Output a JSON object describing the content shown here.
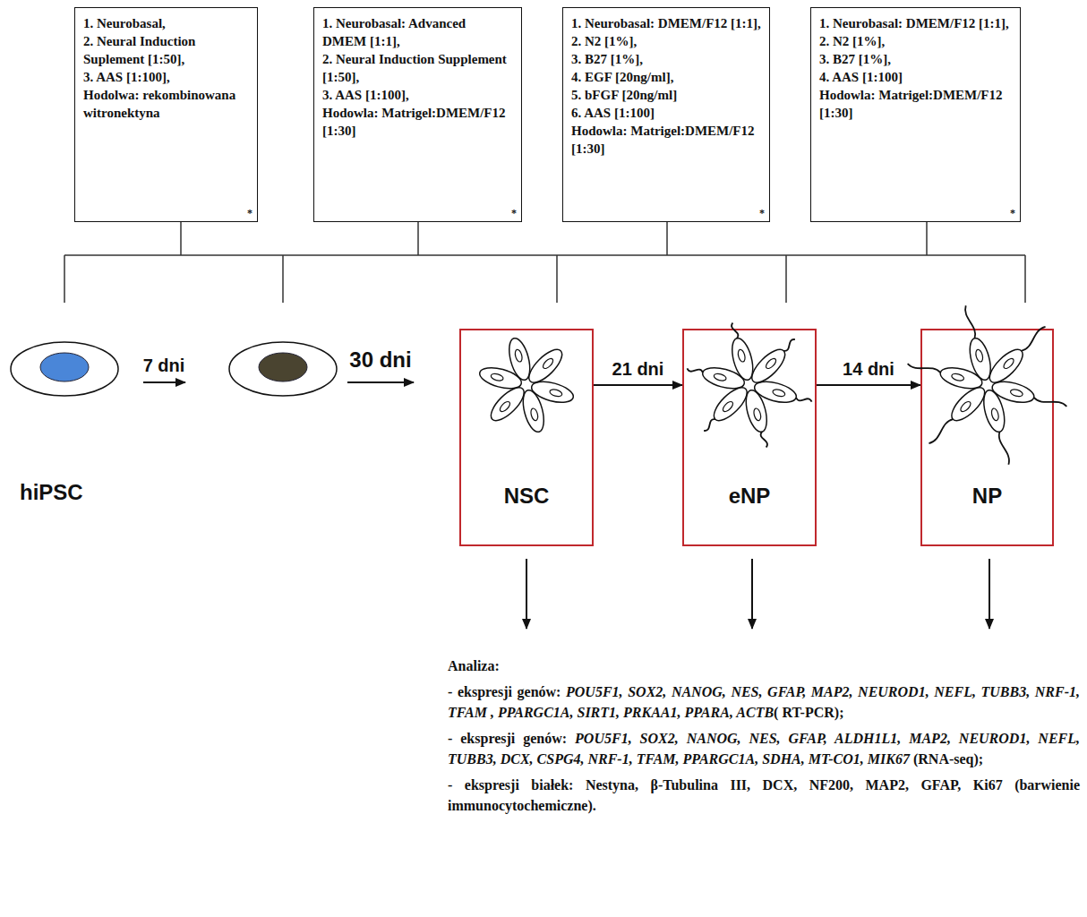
{
  "diagram": {
    "nodes": [
      {
        "text": [
          "1. Neurobasal,",
          "2. Neural Induction Suplement [1:50],",
          "3. AAS [1:100],",
          "Hodolwa: rekombinowana witronektyna",
          "*"
        ]
      },
      {
        "text": [
          "1. Neurobasal: Advanced DMEM [1:1],",
          "2. Neural Induction Supplement [1:50],",
          "3. AAS [1:100],",
          "Hodowla: Matrigel:DMEM/F12 [1:30]",
          "*"
        ]
      },
      {
        "text": [
          "1. Neurobasal: DMEM/F12 [1:1],",
          "2. N2 [1%],",
          "3. B27 [1%],",
          "4. EGF [20ng/ml],",
          "5. bFGF [20ng/ml]",
          "6. AAS [1:100]",
          "Hodowla: Matrigel:DMEM/F12 [1:30]",
          "*"
        ]
      },
      {
        "text": [
          "1. Neurobasal: DMEM/F12 [1:1],",
          "2. N2 [1%],",
          "3. B27 [1%],",
          "4. AAS [1:100]",
          "Hodowla: Matrigel:DMEM/F12 [1:30]",
          "*"
        ]
      },
      {
        "text": [
          "NSC"
        ]
      },
      {
        "text": [
          "eNP"
        ]
      },
      {
        "text": [
          "NP"
        ]
      }
    ],
    "edges": [
      {
        "from": 4,
        "to": 5,
        "arrow": "to",
        "label": "21 dni"
      },
      {
        "from": 5,
        "to": 6,
        "arrow": "to",
        "label": "14 dni"
      }
    ],
    "labels": [
      "hiPSC",
      "7 dni",
      "30 dni",
      "Analiza:",
      "- ekspresji genów:",
      "POU5F1, SOX2, NANOG, NES, GFAP, MAP2, NEUROD1, NEFL, TUBB3, NRF-1, TFAM , PPARGC1A, SIRT1, PRKAA1, PPARA, ACTB",
      "( RT-PCR);",
      "- ekspresji genów:",
      "POU5F1, SOX2, NANOG, NES, GFAP, ALDH1L1, MAP2, NEUROD1, NEFL, TUBB3, DCX, CSPG4, NRF-1, TFAM, PPARGC1A, SDHA, MT-CO1, MIK67",
      "(RNA-seq);",
      "- ekspresji białek: Nestyna, β-Tubulina III, DCX, NF200, MAP2, GFAP, Ki67 (barwienie immunocytochemiczne)."
    ]
  }
}
